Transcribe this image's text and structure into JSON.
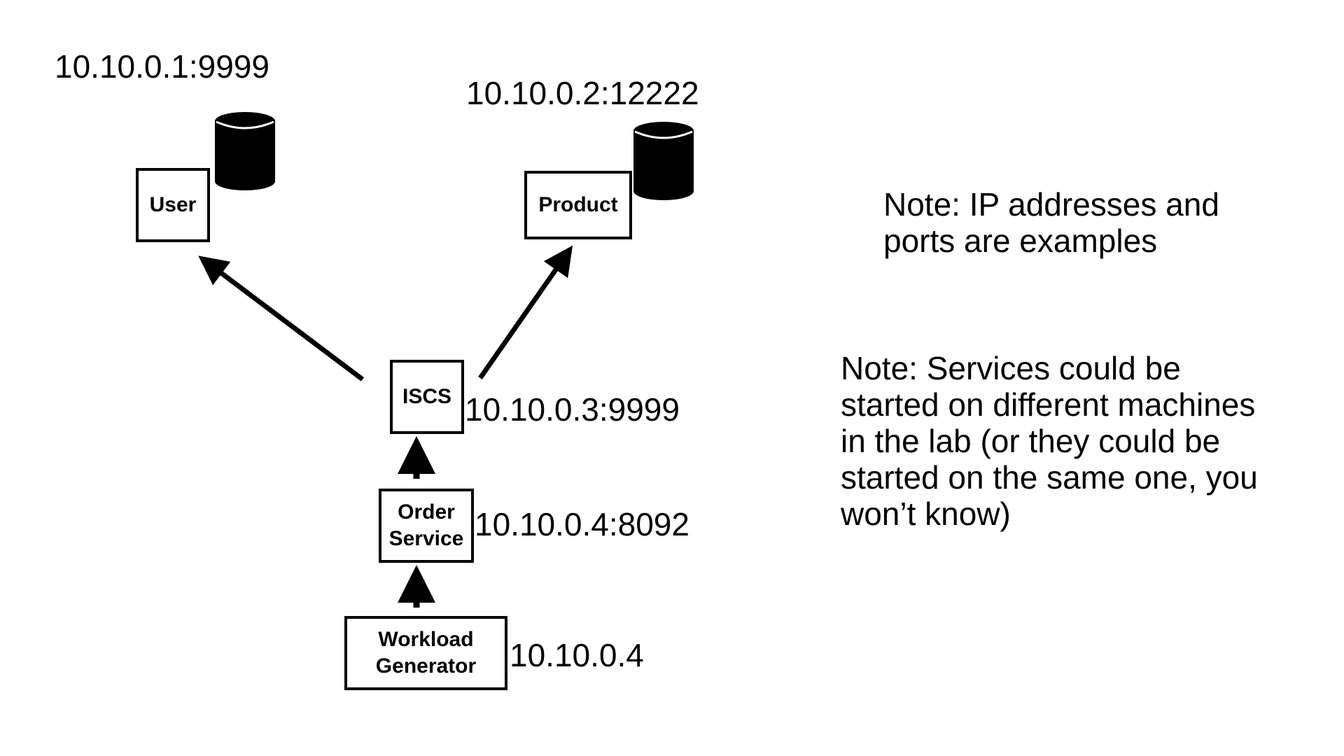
{
  "nodes": {
    "user": {
      "label": "User",
      "address": "10.10.0.1:9999"
    },
    "product": {
      "label": "Product",
      "address": "10.10.0.2:12222"
    },
    "iscs": {
      "label": "ISCS",
      "address": "10.10.0.3:9999"
    },
    "order": {
      "label_line1": "Order",
      "label_line2": "Service",
      "address": "10.10.0.4:8092"
    },
    "workload": {
      "label_line1": "Workload",
      "label_line2": "Generator",
      "address": "10.10.0.4"
    }
  },
  "notes": {
    "ports": [
      "Note: IP addresses and",
      "ports are examples"
    ],
    "services": [
      "Note: Services could be",
      "started on different machines",
      "in the lab (or they could be",
      "started on the same one, you",
      "won’t know)"
    ]
  },
  "colors": {
    "line": "#000000",
    "database": "#000000",
    "background": "#ffffff"
  }
}
